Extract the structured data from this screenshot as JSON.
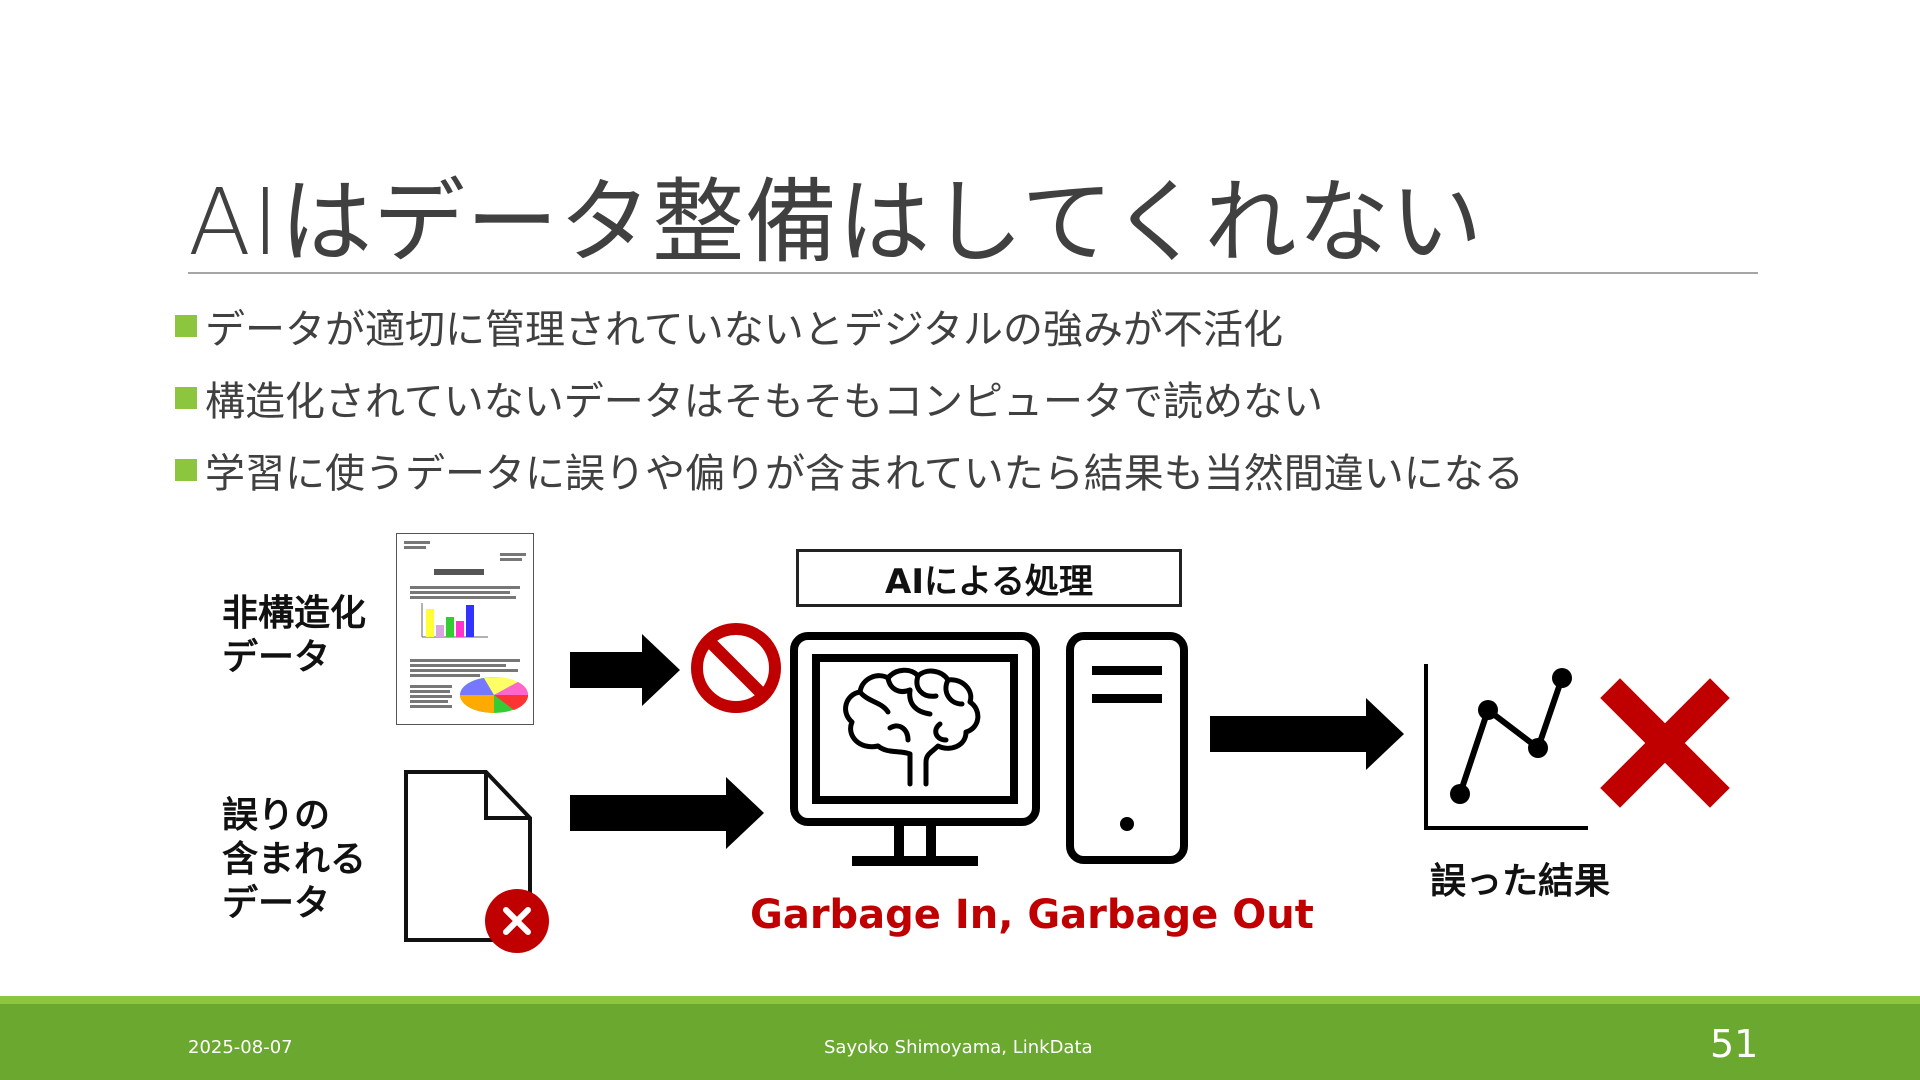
{
  "slide": {
    "title": "AIはデータ整備はしてくれない",
    "bullets": [
      "データが適切に管理されていないとデジタルの強みが不活化",
      "構造化されていないデータはそもそもコンピュータで読めない",
      "学習に使うデータに誤りや偏りが含まれていたら結果も当然間違いになる"
    ]
  },
  "diagram": {
    "unstructured_label": [
      "非構造化",
      "データ"
    ],
    "erroneous_label": [
      "誤りの",
      "含まれる",
      "データ"
    ],
    "ai_box_label": "AIによる処理",
    "gigo": "Garbage In, Garbage Out",
    "wrong_result_label": "誤った結果",
    "icons": [
      "document-with-charts-icon",
      "blank-document-icon",
      "error-badge-icon",
      "prohibited-icon",
      "monitor-brain-icon",
      "server-tower-icon",
      "line-chart-icon",
      "red-x-icon",
      "arrow-right-icon"
    ]
  },
  "footer": {
    "date": "2025-08-07",
    "author": "Sayoko Shimoyama, LinkData",
    "page": "51"
  },
  "colors": {
    "accent_green": "#8cc63f",
    "footer_green": "#6aa830",
    "alert_red": "#c00000",
    "text": "#404040"
  }
}
